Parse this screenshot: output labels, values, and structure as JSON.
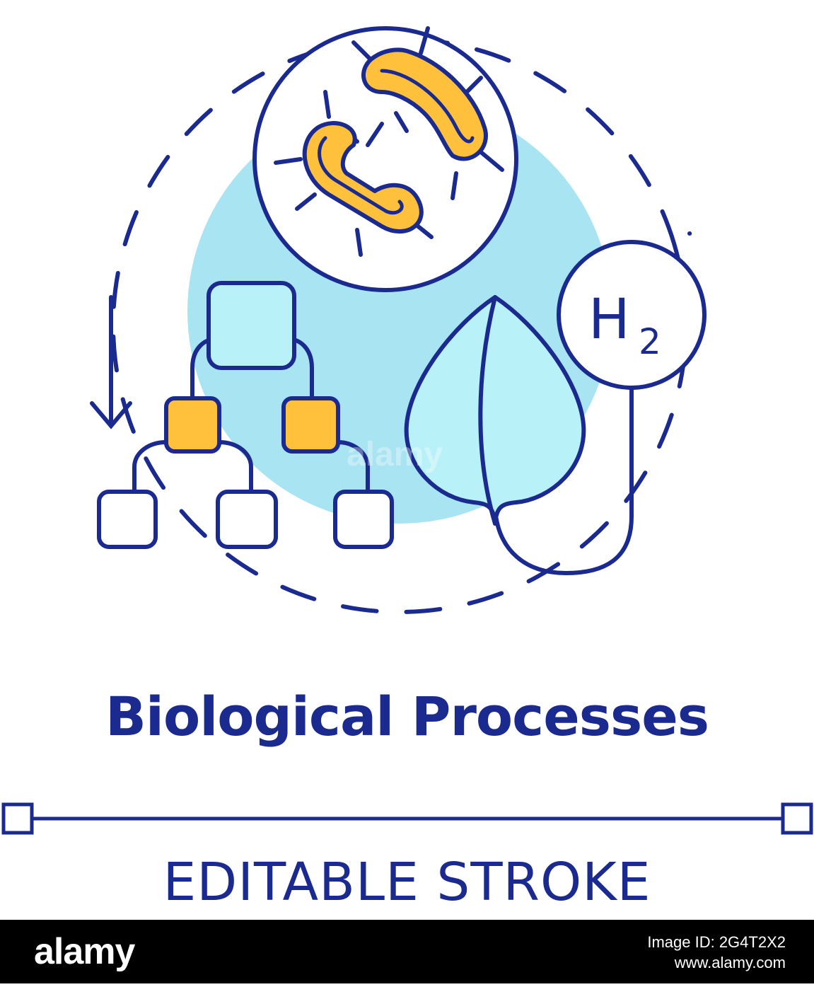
{
  "illustration": {
    "title": "Biological Processes",
    "subtitle": "EDITABLE STROKE",
    "formula_base": "H",
    "formula_subscript": "2",
    "watermark": "alamy",
    "colors": {
      "stroke": "#1a2a8f",
      "accent": "#ffc13b",
      "light_blue": "#b8f1f7",
      "mid_blue": "#8fdcf0",
      "background_circle": "#b0e6f2"
    }
  },
  "footer": {
    "logo": "alamy",
    "image_id": "Image ID: 2G4T2X2",
    "url": "www.alamy.com"
  }
}
